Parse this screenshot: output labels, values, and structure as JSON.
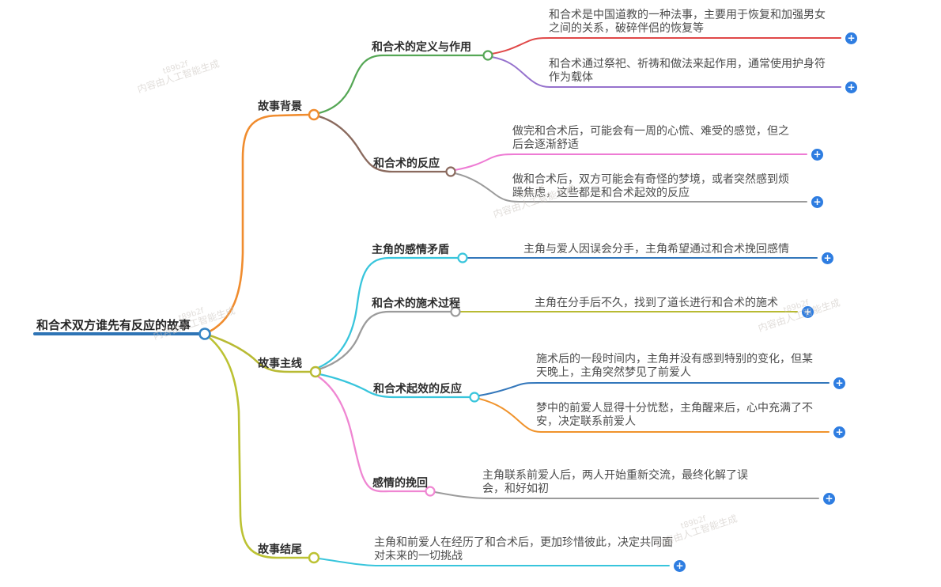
{
  "root": {
    "label": "和合术双方谁先有反应的故事"
  },
  "branches": {
    "background": {
      "label": "故事背景"
    },
    "definition": {
      "label": "和合术的定义与作用"
    },
    "reaction": {
      "label": "和合术的反应"
    },
    "mainline": {
      "label": "故事主线"
    },
    "conflict": {
      "label": "主角的感情矛盾"
    },
    "process": {
      "label": "和合术的施术过程"
    },
    "effect": {
      "label": "和合术起效的反应"
    },
    "recovery": {
      "label": "感情的挽回"
    },
    "ending": {
      "label": "故事结尾"
    }
  },
  "leaves": {
    "definition_1": {
      "text": "和合术是中国道教的一种法事，主要用于恢复和加强男女之间的关系，破碎伴侣的恢复等"
    },
    "definition_2": {
      "text": "和合术通过祭祀、祈祷和做法来起作用，通常使用护身符作为载体"
    },
    "reaction_1": {
      "text": "做完和合术后，可能会有一周的心慌、难受的感觉，但之后会逐渐舒适"
    },
    "reaction_2": {
      "text": "做和合术后，双方可能会有奇怪的梦境，或者突然感到烦躁焦虑，这些都是和合术起效的反应"
    },
    "conflict_1": {
      "text": "主角与爱人因误会分手，主角希望通过和合术挽回感情"
    },
    "process_1": {
      "text": "主角在分手后不久，找到了道长进行和合术的施术"
    },
    "effect_1": {
      "text": "施术后的一段时间内，主角并没有感到特别的变化，但某天晚上，主角突然梦见了前爱人"
    },
    "effect_2": {
      "text": "梦中的前爱人显得十分忧愁，主角醒来后，心中充满了不安，决定联系前爱人"
    },
    "recovery_1": {
      "text": "主角联系前爱人后，两人开始重新交流，最终化解了误会，和好如初"
    },
    "ending_1": {
      "text": "主角和前爱人在经历了和合术后，更加珍惜彼此，决定共同面对未来的一切挑战"
    }
  },
  "icons": {
    "plus": "+"
  },
  "watermark": {
    "code": "t89b2f",
    "label": "内容由人工智能生成"
  },
  "colors": {
    "central_blue": "#2e74b5",
    "central_circle": "#3584c4",
    "orange": "#f08c2e",
    "olive": "#b8ba33",
    "yellow_green": "#bcc233",
    "green": "#55a755",
    "red": "#e04848",
    "purple": "#9672cd",
    "brown": "#8a6a5e",
    "magenta_pink": "#ee7bd4",
    "gray": "#9b9b9b",
    "cyan": "#38c5dc",
    "leaf_blue": "#3377bb",
    "pink": "#ef86d2",
    "leaf_orange": "#f0932c",
    "plus_button": "#2e7de1"
  }
}
